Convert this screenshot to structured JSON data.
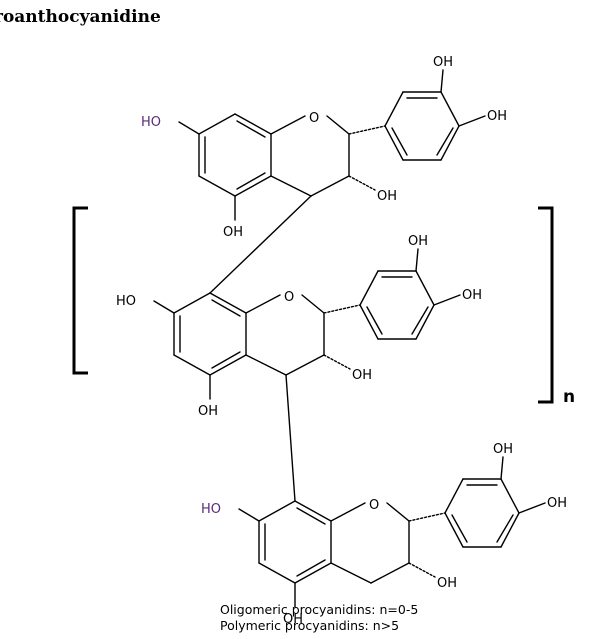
{
  "heading": "roanthocyanidine",
  "labels": {
    "oh": "OH",
    "ho": "HO",
    "o": "O"
  },
  "bracket_subscript": "n",
  "captions": [
    "Oligomeric procyanidins: n=0-5",
    "Polymeric procyanidins: n>5"
  ],
  "colors": {
    "ho_label": "#5a2a7a",
    "ink": "#000000"
  }
}
